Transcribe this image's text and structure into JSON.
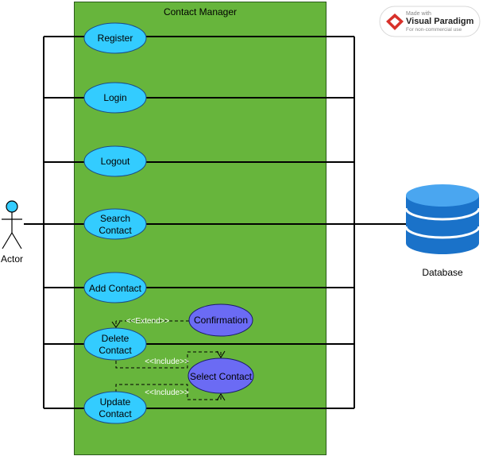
{
  "system": {
    "title": "Contact Manager"
  },
  "actor": {
    "label": "Actor"
  },
  "database": {
    "label": "Database"
  },
  "use_cases": {
    "register": {
      "label": "Register"
    },
    "login": {
      "label": "Login"
    },
    "logout": {
      "label": "Logout"
    },
    "search": {
      "line1": "Search",
      "line2": "Contact"
    },
    "add": {
      "label": "Add Contact"
    },
    "delete": {
      "line1": "Delete",
      "line2": "Contact"
    },
    "update": {
      "line1": "Update",
      "line2": "Contact"
    },
    "confirmation": {
      "label": "Confirmation"
    },
    "select": {
      "label": "Select Contact"
    }
  },
  "relations": {
    "extend": "<<Extend>>",
    "include_1": "<<Include>>",
    "include_2": "<<Include>>"
  },
  "watermark": {
    "line1": "Made with",
    "line2": "Visual Paradigm",
    "line3": "For non-commercial use"
  },
  "colors": {
    "system_fill": "#67b53c",
    "usecase_fill": "#33ccff",
    "secondary_fill": "#6b6bf4",
    "database_fill": "#1a72c9"
  }
}
